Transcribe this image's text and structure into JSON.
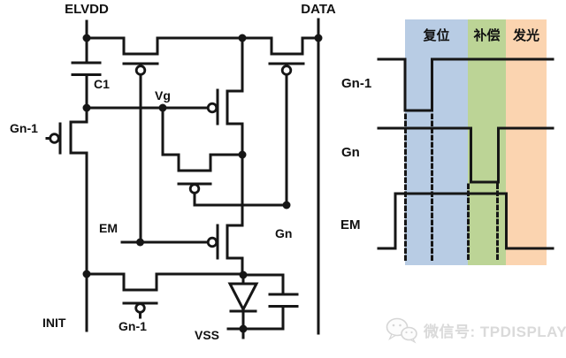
{
  "circuit": {
    "terminals": {
      "elvdd": "ELVDD",
      "data": "DATA",
      "init": "INIT",
      "vss": "VSS"
    },
    "nets": {
      "c1": "C1",
      "vg": "Vg",
      "gn_prev_left": "Gn-1",
      "em": "EM",
      "gn": "Gn",
      "gn_prev_bottom": "Gn-1"
    }
  },
  "timing": {
    "phases": [
      {
        "label": "复位",
        "color": "#b8cce4"
      },
      {
        "label": "补偿",
        "color": "#bcd496"
      },
      {
        "label": "发光",
        "color": "#fbd4b0"
      }
    ],
    "signals": [
      {
        "name": "Gn-1",
        "initial": "high",
        "behavior": "low pulse at start of 复位 phase"
      },
      {
        "name": "Gn",
        "initial": "high",
        "behavior": "low pulse during 补偿 phase"
      },
      {
        "name": "EM",
        "initial": "low",
        "behavior": "high during 复位 and 补偿, low during 发光"
      }
    ]
  },
  "watermark": {
    "icon": "wechat-icon",
    "text": "微信号: TPDISPLAY"
  },
  "colors": {
    "line": "#161616",
    "reset_band": "#b8cce4",
    "compensate_band": "#bcd496",
    "emit_band": "#fbd4b0",
    "watermark": "#dadada"
  }
}
